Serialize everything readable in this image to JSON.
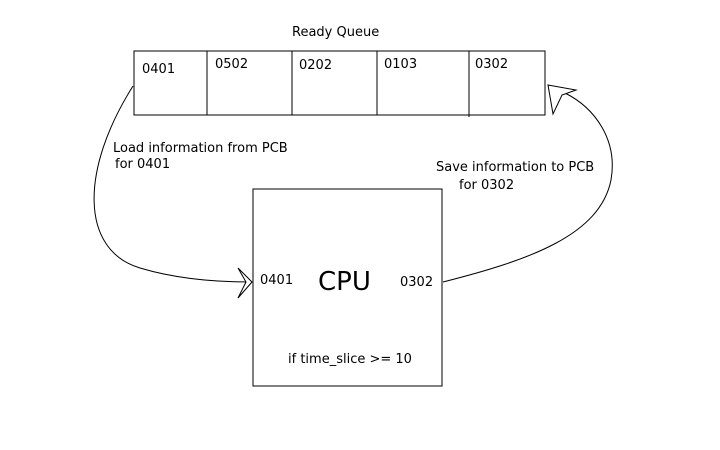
{
  "queue": {
    "title": "Ready Queue",
    "cells": [
      "0401",
      "0502",
      "0202",
      "0103",
      "0302"
    ]
  },
  "arrows": {
    "load_line1": "Load information from PCB",
    "load_line2": "for 0401",
    "save_line1": "Save information to PCB",
    "save_line2": "for 0302"
  },
  "cpu": {
    "title": "CPU",
    "incoming": "0401",
    "outgoing": "0302",
    "condition": "if time_slice >= 10"
  }
}
